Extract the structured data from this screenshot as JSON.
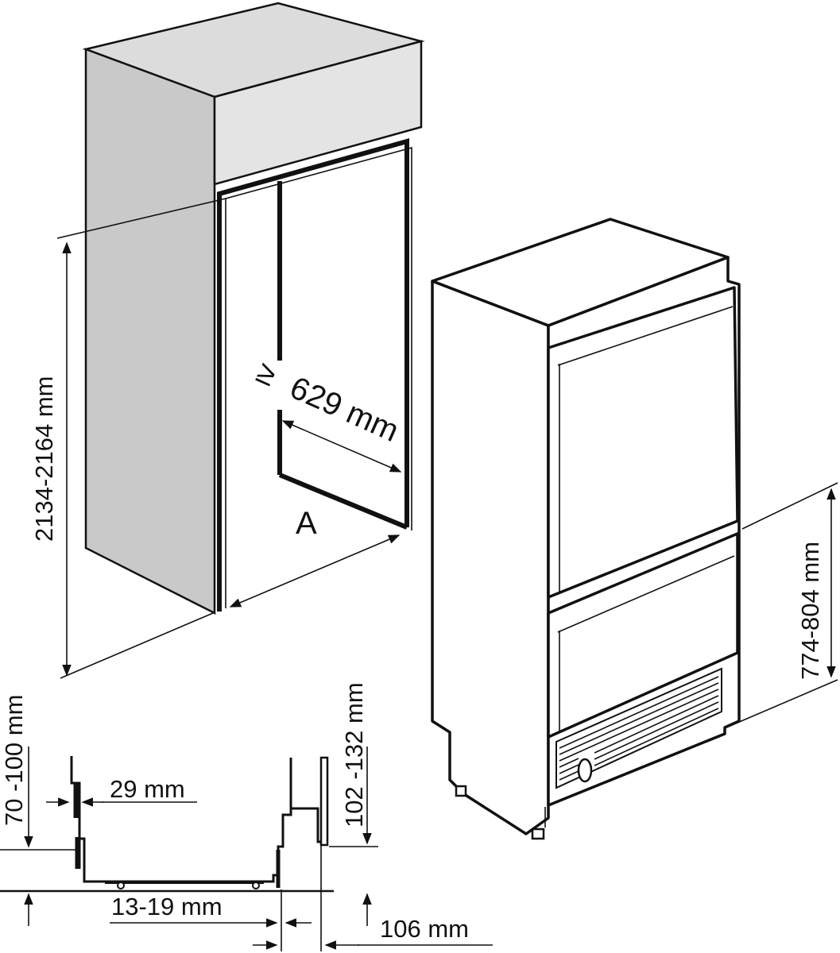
{
  "labels": {
    "total_height": "2134-2164 mm",
    "min_depth": "629 mm",
    "min_depth_sign": "≥",
    "width_a": "A",
    "lower_height": "774-804 mm",
    "plinth_height": "70 -100 mm",
    "door_offset": "29 mm",
    "vent_height": "102 -132 mm",
    "gap": "13-19 mm",
    "depth_front": "106 mm"
  },
  "colors": {
    "line": "#111111",
    "cabinet_front": "#c9c9c9",
    "cabinet_top": "#dcdcdc",
    "cabinet_face": "#e4e4e4",
    "background": "#ffffff"
  }
}
